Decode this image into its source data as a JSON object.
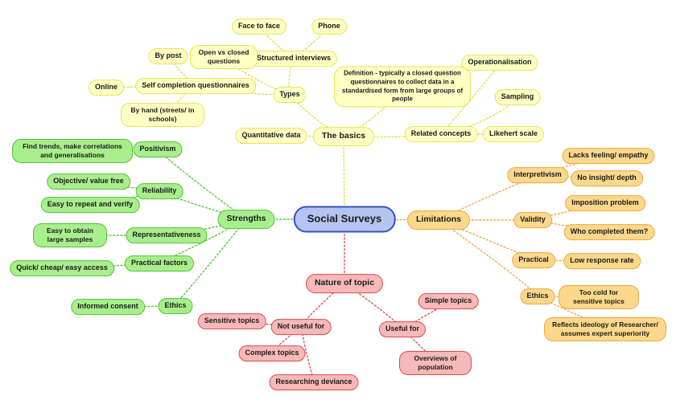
{
  "root": {
    "label": "Social Surveys",
    "fill": "#b6c4f2",
    "border": "#3353c6"
  },
  "basics": {
    "label": "The basics",
    "color": "#e0e04a",
    "children": {
      "quantitative_data": "Quantitative data",
      "definition": "Definition - typically a closed question questionnaires to collect data in a standardised form from large groups of people",
      "related_concepts": "Related concepts",
      "operationalisation": "Operationalisation",
      "sampling": "Sampling",
      "likehert_scale": "Likehert scale",
      "types": "Types",
      "structured_interviews": "Structured interviews",
      "face_to_face": "Face to face",
      "phone": "Phone",
      "open_vs_closed_questions": "Open vs closed questions",
      "self_completion_questionnaires": "Self completion questionnaires",
      "by_post": "By post",
      "online": "Online",
      "by_hand": "By hand (streets/ in schools)"
    }
  },
  "strengths": {
    "label": "Strengths",
    "color": "#5bc944",
    "children": {
      "positivism": "Positivism",
      "find_trends": "Find trends, make correlations and generalisations",
      "reliability": "Reliability",
      "objective_value_free": "Objective/ value free",
      "easy_to_repeat": "Easy to repeat and verify",
      "representativeness": "Representativeness",
      "easy_to_obtain": "Easy to obtain large samples",
      "practical_factors": "Practical factors",
      "quick_cheap_easy": "Quick/ cheap/ easy access",
      "ethics": "Ethics",
      "informed_consent": "Informed consent"
    }
  },
  "limitations": {
    "label": "Limitations",
    "color": "#f0ad4f",
    "children": {
      "interpretivism": "Interpretivism",
      "lacks_feeling": "Lacks feeling/ empathy",
      "no_insight": "No insight/ depth",
      "validity": "Validity",
      "imposition_problem": "Imposition problem",
      "who_completed_them": "Who completed them?",
      "practical": "Practical",
      "low_response_rate": "Low response rate",
      "ethics": "Ethics",
      "too_cold": "Too cold for sensitive topics",
      "reflects_ideology": "Reflects ideology of Researcher/ assumes expert superiority"
    }
  },
  "nature_of_topic": {
    "label": "Nature of topic",
    "color": "#e05555",
    "children": {
      "not_useful_for": "Not useful for",
      "sensitive_topics": "Sensitive topics",
      "complex_topics": "Complex topics",
      "researching_deviance": "Researching deviance",
      "useful_for": "Useful for",
      "simple_topics": "Simple topics",
      "overviews_of_population": "Overviews of population"
    }
  }
}
